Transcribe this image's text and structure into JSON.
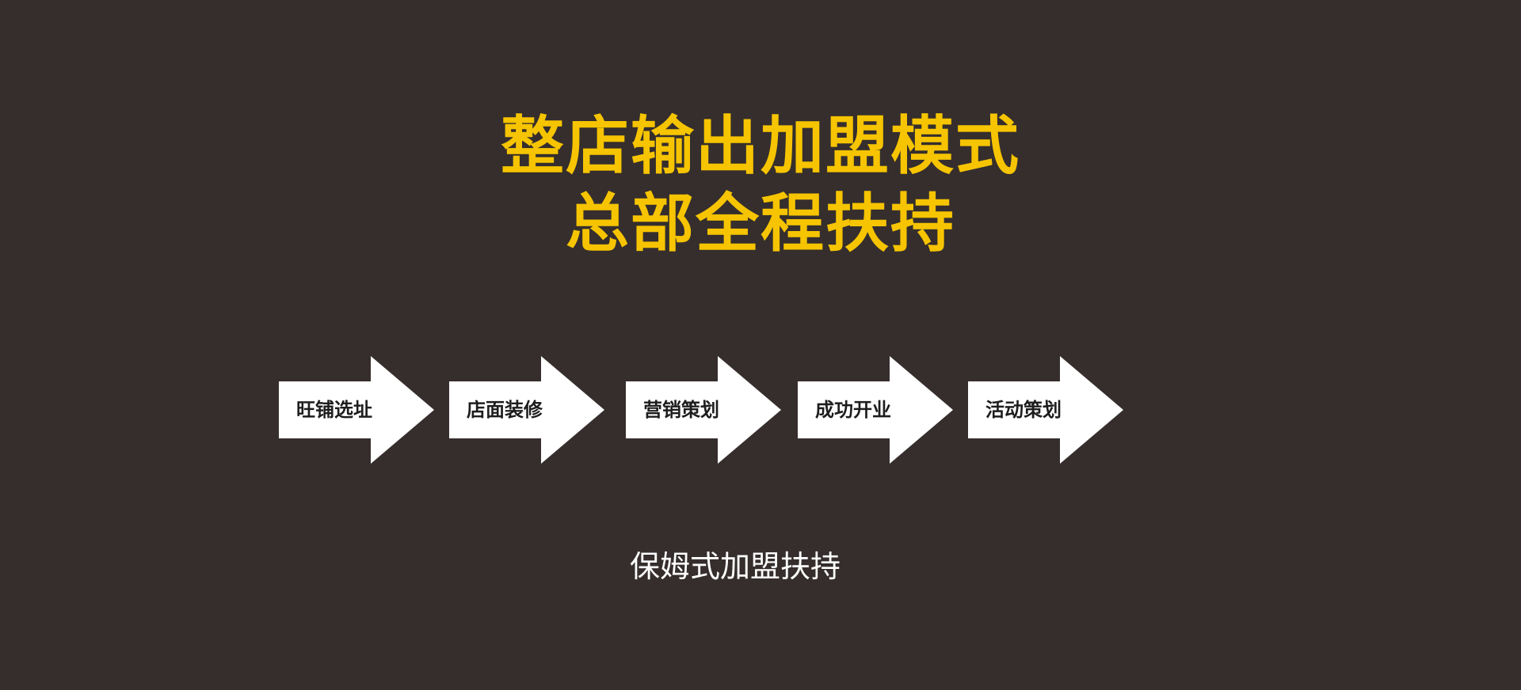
{
  "headline": {
    "line1": "整店输出加盟模式",
    "line2": "总部全程扶持"
  },
  "steps": [
    {
      "label": "旺铺选址"
    },
    {
      "label": "店面装修"
    },
    {
      "label": "营销策划"
    },
    {
      "label": "成功开业"
    },
    {
      "label": "活动策划"
    }
  ],
  "tagline": "保姆式加盟扶持",
  "colors": {
    "background": "#352e2d",
    "headline": "#f6c400",
    "arrow": "#ffffff",
    "step_text": "#1d1d1d",
    "tagline": "#ffffff"
  },
  "icons": {
    "step_shape": "right-arrow-icon"
  }
}
